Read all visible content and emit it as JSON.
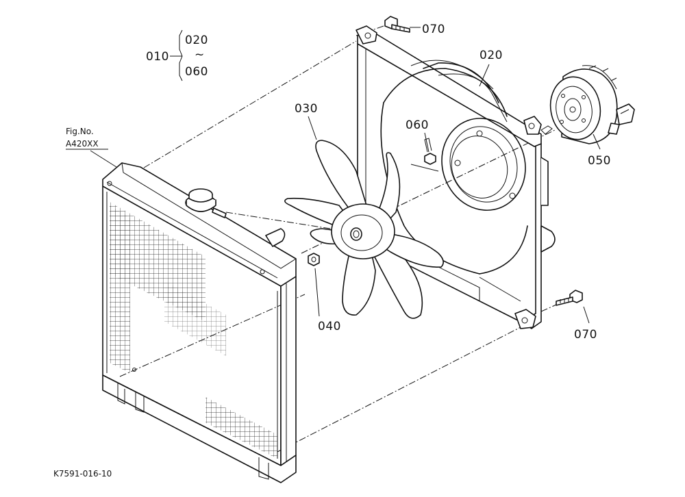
{
  "figure_reference": {
    "line1": "Fig.No.",
    "line2": "A420XX"
  },
  "assembly_group": {
    "parent": "010",
    "range_start": "020",
    "range_symbol": "~",
    "range_end": "060"
  },
  "callouts": {
    "shroud": "020",
    "fan": "030",
    "nut": "040",
    "motor": "050",
    "bolt_center": "060",
    "bolt_top": "070",
    "bolt_bottom": "070"
  },
  "drawing_code": "K7591-016-10"
}
